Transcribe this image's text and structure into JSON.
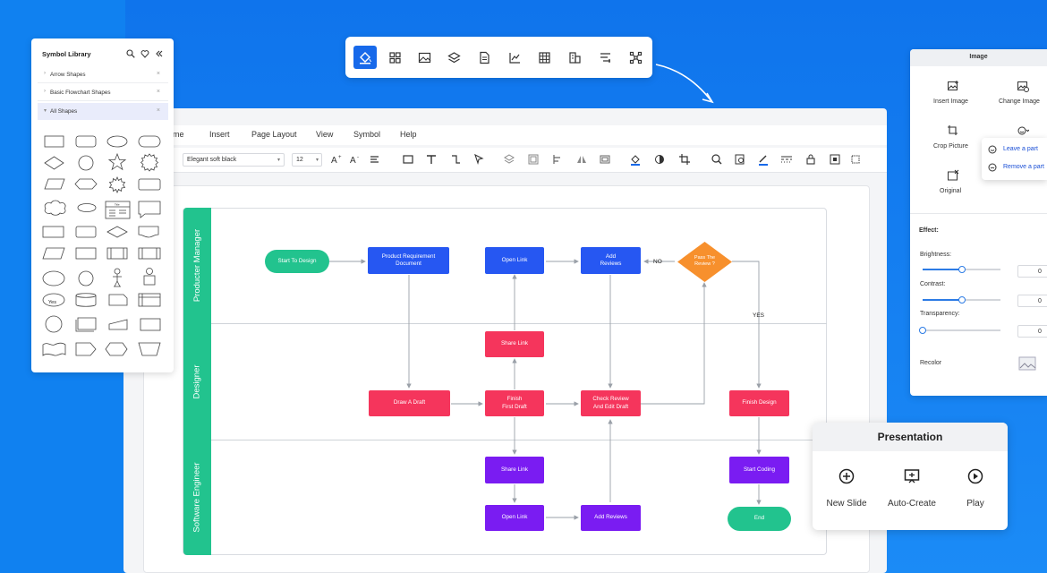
{
  "menu": [
    "ome",
    "Insert",
    "Page Layout",
    "View",
    "Symbol",
    "Help"
  ],
  "format_bar": {
    "font": "Elegant soft black",
    "size": "12"
  },
  "symbol_library": {
    "title": "Symbol Library",
    "categories": [
      {
        "label": "Arrow Shapes",
        "arrow": "›"
      },
      {
        "label": "Basic Flowchart Shapes",
        "arrow": "›"
      },
      {
        "label": "All Shapes",
        "arrow": "▾"
      }
    ],
    "close_glyph": "×",
    "oval_text": "Yes",
    "title_block_text": "Title"
  },
  "lanes": [
    {
      "label": "Producter Manager"
    },
    {
      "label": "Designer"
    },
    {
      "label": "Software Engineer"
    }
  ],
  "nodes": {
    "start": "Start To Design",
    "prd": "Product Requirement\nDocument",
    "open_link_top": "Open Link",
    "add_reviews_top": "Add\nReviews",
    "pass_review": "Pass The\nReview ?",
    "share_link_mid": "Share Link",
    "draw_draft": "Draw A Draft",
    "finish_first": "Finish\nFirst Draft",
    "check_review": "Check Review\nAnd Edit Draft",
    "finish_design": "Finish Design",
    "share_link_bottom": "Share Link",
    "start_coding": "Start Coding",
    "open_link_bottom": "Open Link",
    "add_reviews_bottom": "Add Reviews",
    "end": "End"
  },
  "edge_labels": {
    "no": "NO",
    "yes": "YES"
  },
  "image_panel": {
    "title": "Image",
    "insert_image": "Insert Image",
    "change_image": "Change Image",
    "crop_picture": "Crop Picture",
    "original": "Original",
    "effect": "Effect:",
    "brightness": {
      "label": "Brightness:",
      "value": "0",
      "level": 0.5
    },
    "contrast": {
      "label": "Contrast:",
      "value": "0",
      "level": 0.5
    },
    "transparency": {
      "label": "Transparency:",
      "value": "0",
      "level": 0.0
    },
    "recolor": "Recolor",
    "menu": [
      "Leave a part",
      "Remove a part"
    ]
  },
  "presentation": {
    "title": "Presentation",
    "buttons": [
      "New Slide",
      "Auto-Create",
      "Play"
    ]
  },
  "colors": {
    "lane": "#22c38e",
    "blue": "#2657f2",
    "red": "#f5355c",
    "purple": "#7a1cf2",
    "orange": "#f7902d",
    "accent": "#1769ea"
  },
  "icons": [
    "paint-bucket-icon",
    "grid-icon",
    "image-icon",
    "layers-icon",
    "document-icon",
    "chart-icon",
    "table-icon",
    "building-icon",
    "align-icon",
    "network-icon"
  ]
}
